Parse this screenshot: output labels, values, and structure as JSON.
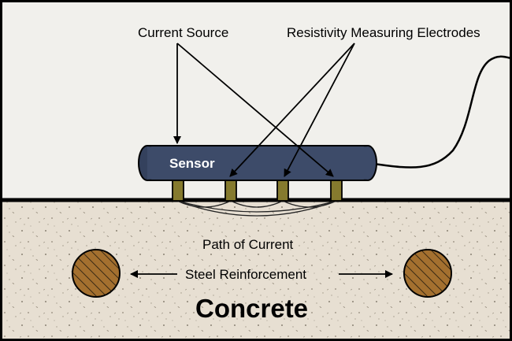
{
  "labels": {
    "current_source": "Current Source",
    "resistivity_electrodes": "Resistivity Measuring Electrodes",
    "sensor": "Sensor",
    "path_of_current": "Path of Current",
    "steel_reinforcement": "Steel Reinforcement",
    "concrete": "Concrete"
  },
  "colors": {
    "background": "#f1f0ec",
    "concrete": "#e7dfd2",
    "sensor_body": "#3d4b69",
    "electrode": "#857a2e",
    "rebar": "#a4702f"
  },
  "icons": {
    "rebar": "hatched-circle",
    "arrow": "arrowhead"
  }
}
